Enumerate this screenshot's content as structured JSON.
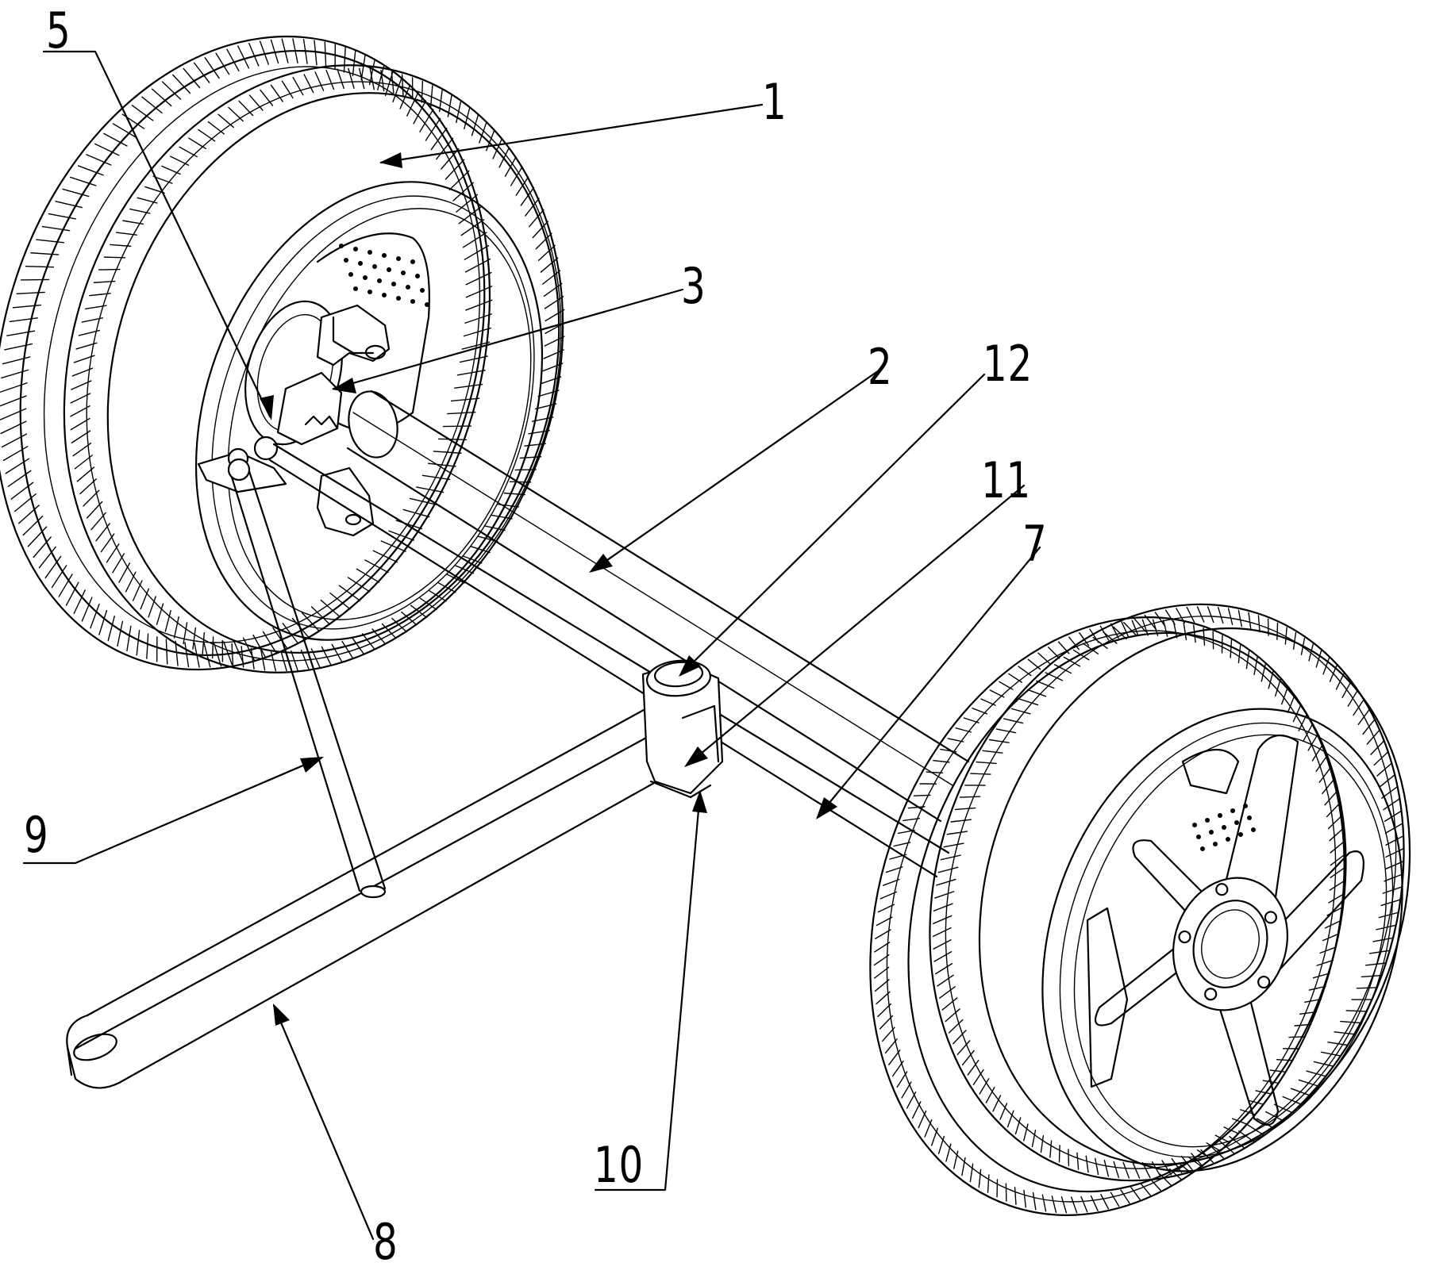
{
  "labels": {
    "l1": "1",
    "l2": "2",
    "l3": "3",
    "l5": "5",
    "l7": "7",
    "l8": "8",
    "l9": "9",
    "l10": "10",
    "l11": "11",
    "l12": "12"
  }
}
